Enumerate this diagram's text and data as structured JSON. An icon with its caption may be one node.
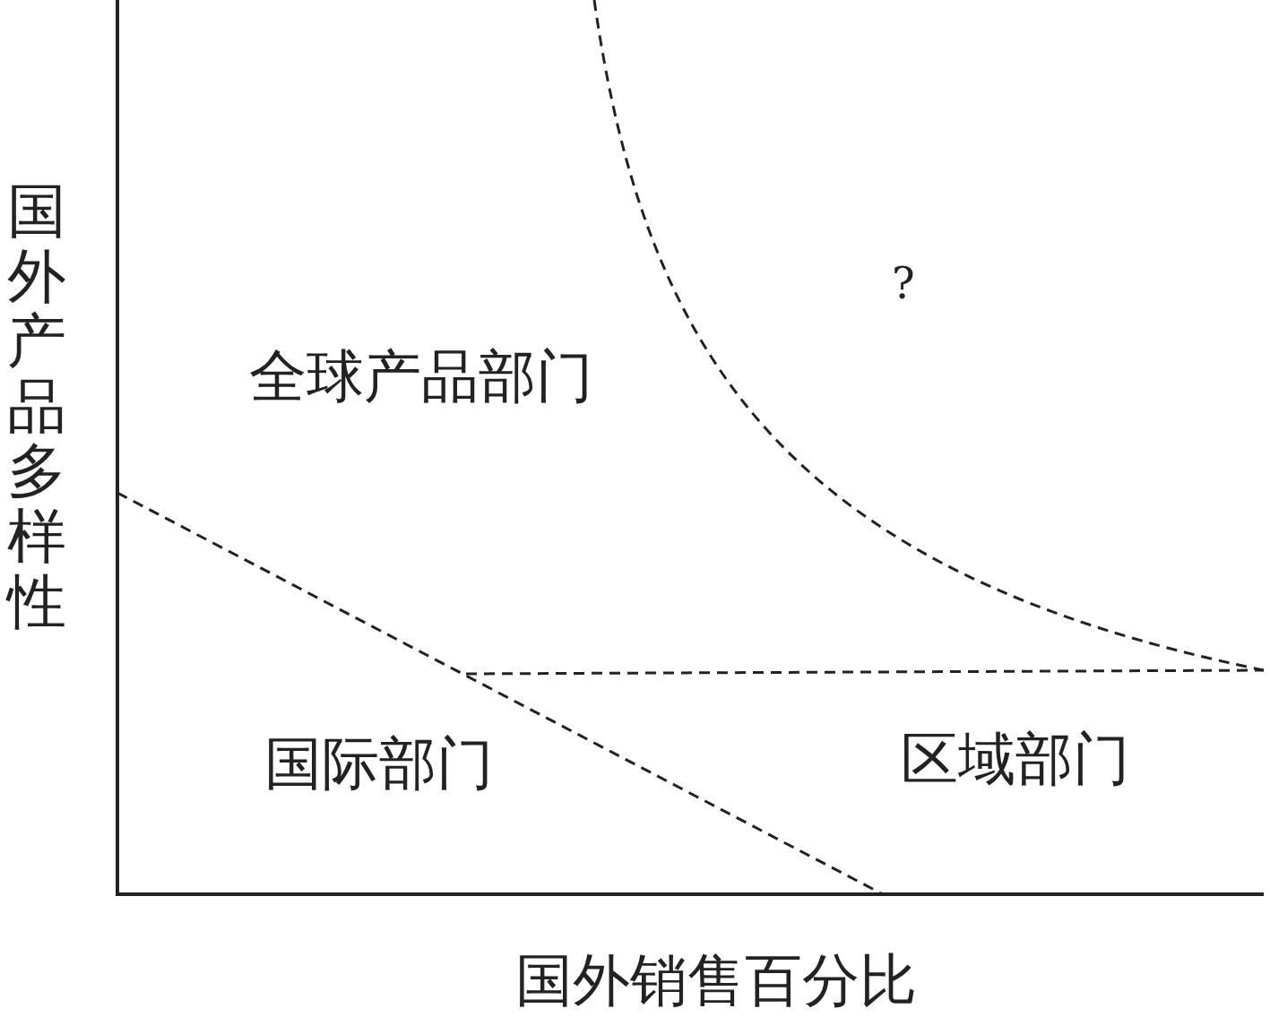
{
  "diagram": {
    "labels": [
      "国外产品多样性",
      "全球产品部门",
      "?",
      "国际部门",
      "区域部门",
      "国外销售百分比"
    ]
  }
}
